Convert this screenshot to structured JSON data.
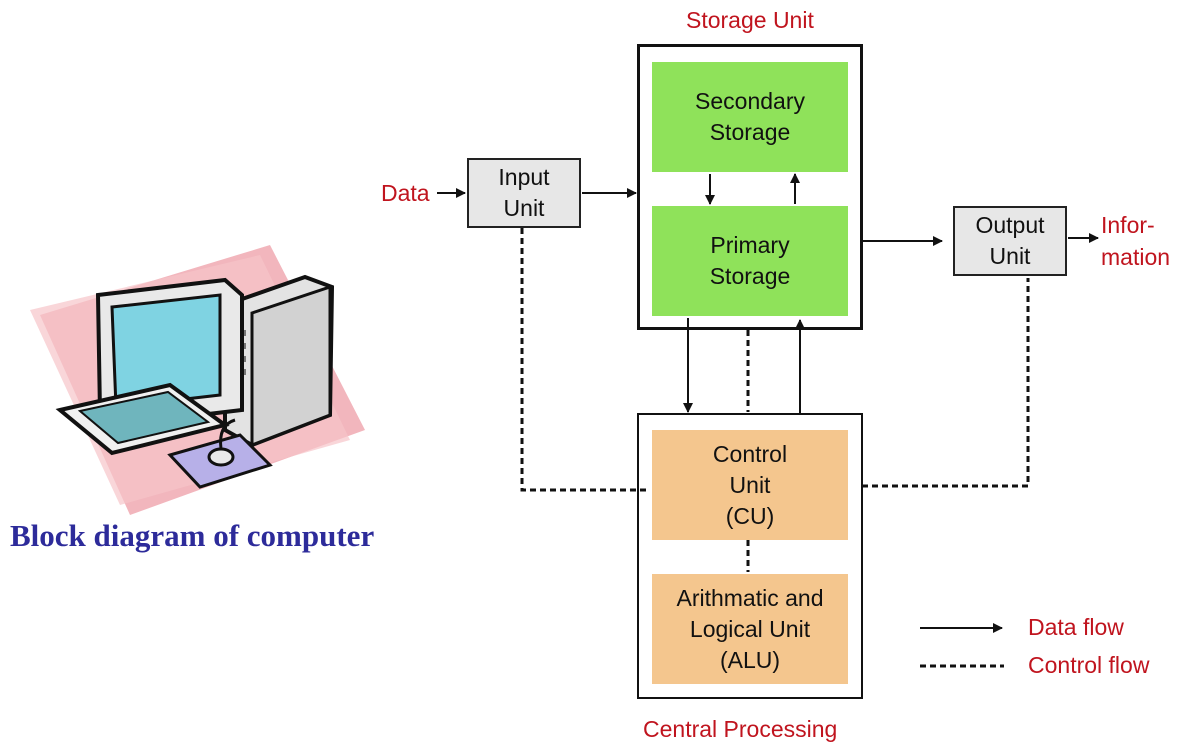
{
  "diagram": {
    "title": "Block diagram of computer",
    "storage_unit": {
      "label": "Storage Unit",
      "secondary": [
        "Secondary",
        "Storage"
      ],
      "primary": [
        "Primary",
        "Storage"
      ]
    },
    "input_unit": [
      "Input",
      "Unit"
    ],
    "output_unit": [
      "Output",
      "Unit"
    ],
    "data_label": "Data",
    "information_label": [
      "Infor-",
      "mation"
    ],
    "cpu": {
      "label": "Central Processing",
      "control_unit": [
        "Control",
        "Unit",
        "(CU)"
      ],
      "alu": [
        "Arithmatic and",
        "Logical Unit",
        "(ALU)"
      ]
    },
    "legend": {
      "data_flow": "Data flow",
      "control_flow": "Control flow"
    },
    "colors": {
      "accent_red": "#c0141e",
      "title_blue": "#2d2b9a",
      "storage_green": "#8fe25a",
      "cpu_tan": "#f4c68e",
      "io_gray": "#e7e7e7"
    }
  }
}
